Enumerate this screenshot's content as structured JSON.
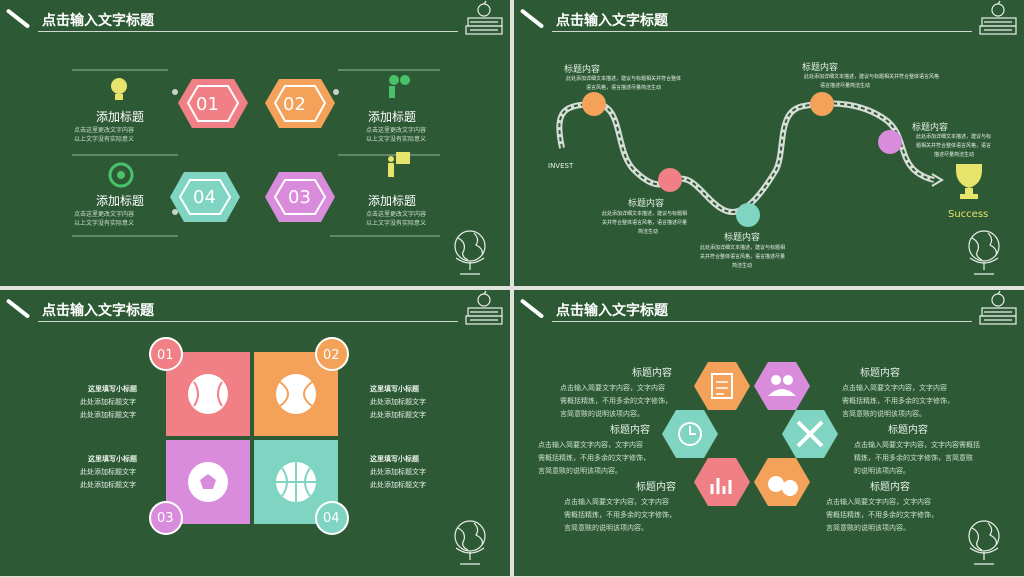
{
  "slide_title": "点击输入文字标题",
  "colors": {
    "board": "#2d5a35",
    "pink": "#f07f86",
    "orange": "#f4a25a",
    "teal": "#7fd5c2",
    "purple": "#d98cdc",
    "yellow": "#e8e36a"
  },
  "s1": {
    "hex_labels": [
      "01",
      "02",
      "04",
      "03"
    ],
    "items": [
      {
        "title": "添加标题",
        "line1": "点击这里更改文字内容",
        "line2": "以上文字没有实际意义",
        "icon": "lightbulb-icon"
      },
      {
        "title": "添加标题",
        "line1": "点击这里更改文字内容",
        "line2": "以上文字没有实际意义",
        "icon": "binoculars-icon"
      },
      {
        "title": "添加标题",
        "line1": "点击这里更改文字内容",
        "line2": "以上文字没有实际意义",
        "icon": "target-icon"
      },
      {
        "title": "添加标题",
        "line1": "点击这里更改文字内容",
        "line2": "以上文字没有实际意义",
        "icon": "presentation-icon"
      }
    ]
  },
  "s2": {
    "start": "INVEST",
    "end": "Success",
    "steps": [
      {
        "title": "标题内容",
        "line1": "此处添加详细文本描述，建议与标题相关并符合整体",
        "line2": "语言风格，语言描述尽量简洁生动",
        "icon": "megaphone-icon"
      },
      {
        "title": "标题内容",
        "line1": "此处添加详细文本描述，建议与标题相",
        "line2": "关并符合整体语言风格，语言描述尽量",
        "line3": "简洁生动",
        "icon": "people-icon"
      },
      {
        "title": "标题内容",
        "line1": "此处添加详细文本描述，建议与标题相",
        "line2": "关并符合整体语言风格，语言描述尽量",
        "line3": "简洁生动",
        "icon": "group-icon"
      },
      {
        "title": "标题内容",
        "line1": "此处添加详细文本描述，建议与标题相关并符合整体语言风格",
        "line2": "语言描述尽量简洁生动",
        "icon": "rocket-icon"
      },
      {
        "title": "标题内容",
        "line1": "此处添加详细文本描述，建议与标",
        "line2": "题相关并符合整体语言风格，语言",
        "line3": "描述尽量简洁生动",
        "icon": "pen-icon"
      }
    ]
  },
  "s3": {
    "badges": [
      "01",
      "02",
      "03",
      "04"
    ],
    "left": [
      {
        "title": "这里填写小标题",
        "line1": "此处添加标题文字",
        "line2": "此处添加标题文字"
      },
      {
        "title": "这里填写小标题",
        "line1": "此处添加标题文字",
        "line2": "此处添加标题文字"
      }
    ],
    "right": [
      {
        "title": "这里填写小标题",
        "line1": "此处添加标题文字",
        "line2": "此处添加标题文字"
      },
      {
        "title": "这里填写小标题",
        "line1": "此处添加标题文字",
        "line2": "此处添加标题文字"
      }
    ]
  },
  "s4": {
    "blocks": [
      {
        "title": "标题内容",
        "line1": "点击输入简要文字内容，文字内容",
        "line2": "需概括精炼，不用多余的文字修饰，",
        "line3": "言简意赅的说明该项内容。"
      },
      {
        "title": "标题内容",
        "line1": "点击输入简要文字内容，文字内容",
        "line2": "需概括精炼，不用多余的文字修饰，",
        "line3": "言简意赅的说明该项内容。"
      },
      {
        "title": "标题内容",
        "line1": "点击输入简要文字内容，文字内容",
        "line2": "需概括精炼，不用多余的文字修饰，",
        "line3": "言简意赅的说明该项内容。"
      },
      {
        "title": "标题内容",
        "line1": "点击输入简要文字内容，文字内容",
        "line2": "需概括精炼，不用多余的文字修饰，",
        "line3": "言简意赅的说明该项内容。"
      },
      {
        "title": "标题内容",
        "line1": "点击输入简要文字内容，文字内容需概括",
        "line2": "精炼，不用多余的文字修饰，言简意赅",
        "line3": "的说明该项内容。"
      },
      {
        "title": "标题内容",
        "line1": "点击输入简要文字内容，文字内容",
        "line2": "需概括精炼，不用多余的文字修饰，",
        "line3": "言简意赅的说明该项内容。"
      }
    ],
    "icons": [
      "clipboard-icon",
      "team-icon",
      "tools-icon",
      "clock-icon",
      "chart-icon",
      "money-icon"
    ]
  }
}
